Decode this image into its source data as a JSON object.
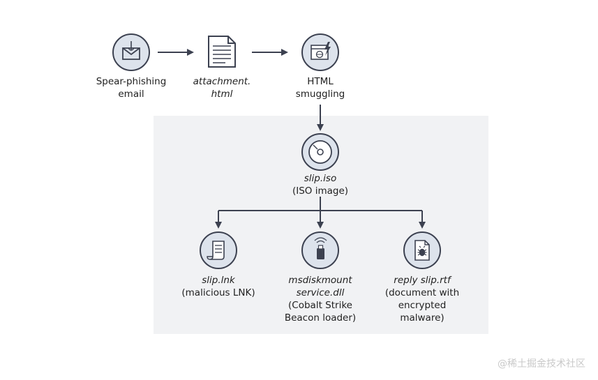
{
  "nodes": {
    "spear": {
      "line1": "Spear-phishing",
      "line2": "email"
    },
    "attachment": {
      "line1": "attachment.",
      "line2": "html"
    },
    "smuggling": {
      "line1": "HTML",
      "line2": "smuggling"
    },
    "iso": {
      "line1": "slip.iso",
      "line2": "(ISO image)"
    },
    "lnk": {
      "line1": "slip.lnk",
      "line2": "(malicious LNK)"
    },
    "dll": {
      "line1": "msdiskmount",
      "line2": "service.dll",
      "line3": "(Cobalt Strike",
      "line4": "Beacon loader)"
    },
    "rtf": {
      "line1": "reply slip.rtf",
      "line2": "(document with",
      "line3": "encrypted",
      "line4": "malware)"
    }
  },
  "icons": {
    "spear": "envelope-icon",
    "attachment": "document-icon",
    "smuggling": "browser-bolt-icon",
    "iso": "disc-icon",
    "lnk": "scroll-icon",
    "dll": "usb-device-icon",
    "rtf": "bug-document-icon"
  },
  "colors": {
    "icon_fill": "#dde3ec",
    "icon_stroke": "#3c4150",
    "panel": "#f1f2f4",
    "arrow": "#3c4150"
  },
  "watermark": "@稀土掘金技术社区"
}
